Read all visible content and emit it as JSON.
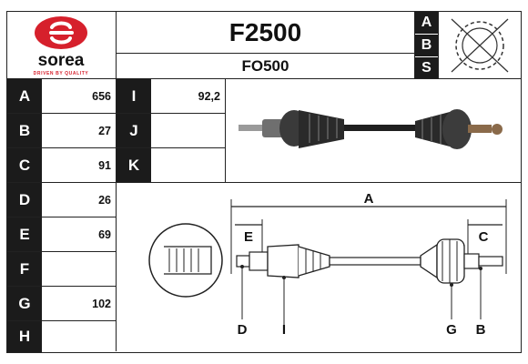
{
  "brand": {
    "name": "sorea",
    "tagline": "DRIVEN BY QUALITY",
    "logo_color": "#d6202c"
  },
  "product": {
    "code": "F2500",
    "oe_ref": "FO500"
  },
  "abs_labels": [
    "A",
    "B",
    "S"
  ],
  "dimensions": [
    {
      "key": "A",
      "value": "656"
    },
    {
      "key": "B",
      "value": "27"
    },
    {
      "key": "C",
      "value": "91"
    },
    {
      "key": "D",
      "value": "26"
    },
    {
      "key": "E",
      "value": "69"
    },
    {
      "key": "F",
      "value": ""
    },
    {
      "key": "G",
      "value": "102"
    },
    {
      "key": "H",
      "value": ""
    }
  ],
  "extra_dimensions": [
    {
      "key": "I",
      "value": "92,2"
    },
    {
      "key": "J",
      "value": ""
    },
    {
      "key": "K",
      "value": ""
    }
  ],
  "diagram_labels": {
    "A": "A",
    "B": "B",
    "C": "C",
    "D": "D",
    "E": "E",
    "G": "G",
    "I": "I"
  }
}
